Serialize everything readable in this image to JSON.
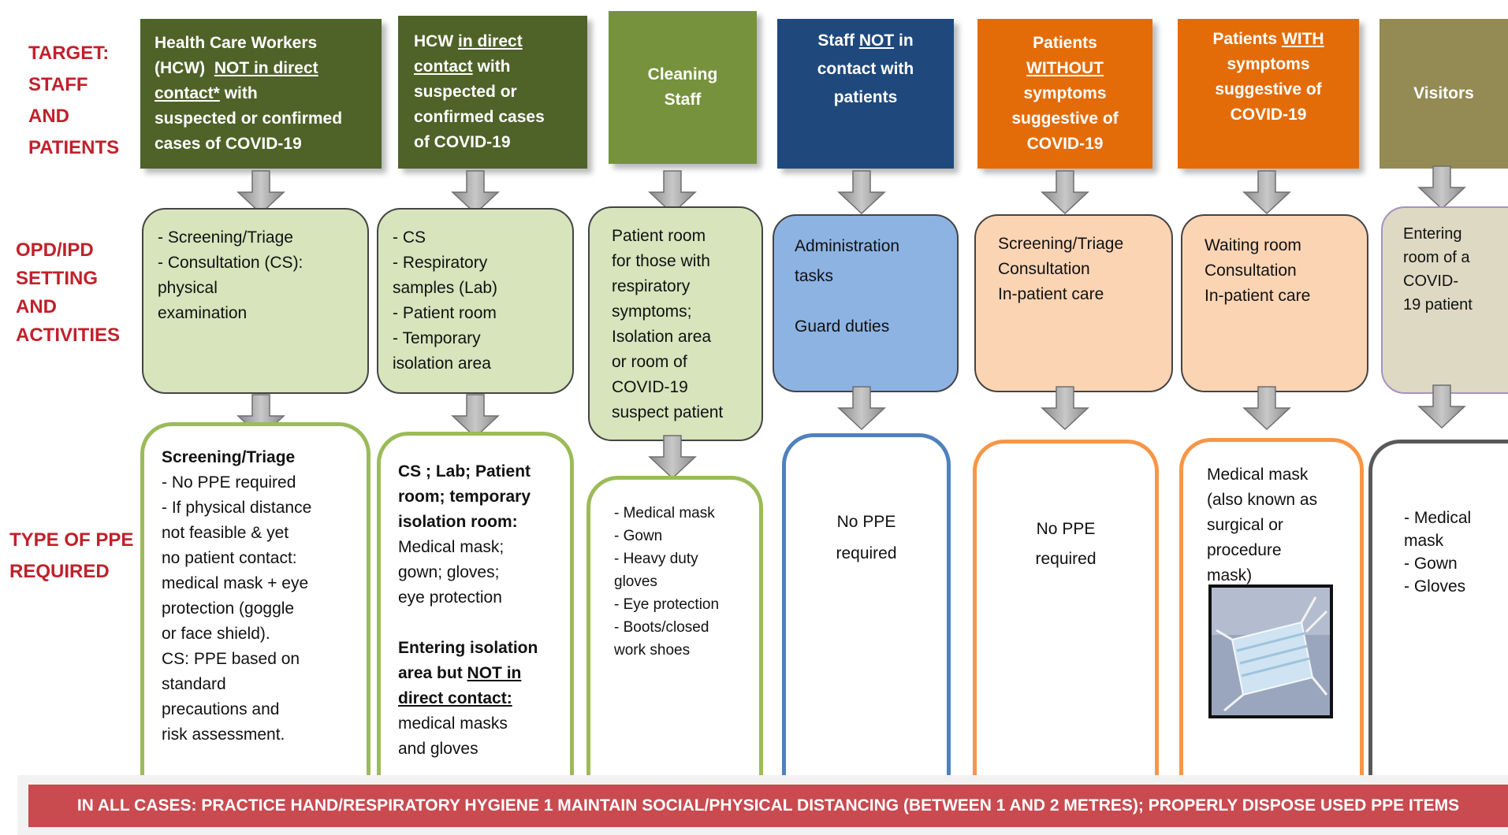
{
  "row_labels": {
    "target": [
      "TARGET:",
      "STAFF",
      "AND",
      "PATIENTS"
    ],
    "setting": [
      "OPD/IPD",
      "SETTING",
      "AND",
      "ACTIVITIES"
    ],
    "ppe": [
      "TYPE OF PPE",
      "REQUIRED"
    ]
  },
  "colors": {
    "dark_green": "#4f6228",
    "olive_green": "#76923c",
    "navy": "#1f497d",
    "orange": "#e36c09",
    "khaki": "#948a54",
    "light_green": "#d7e4bc",
    "light_blue": "#8db3e2",
    "peach": "#fbd4b4",
    "beige": "#ddd9c3",
    "label_red": "#c0212b",
    "footer_red": "#c94a4f"
  },
  "columns": [
    {
      "header": [
        "Health Care Workers",
        "(HCW)  NOT in direct",
        "contact* with",
        "suspected or confirmed",
        "cases of COVID-19"
      ],
      "activities": [
        "- Screening/Triage",
        "- Consultation (CS):",
        "physical",
        "examination"
      ],
      "ppe": [
        "Screening/Triage",
        "- No PPE required",
        "- If physical distance",
        "not feasible & yet",
        "no patient contact:",
        "medical mask + eye",
        "protection (goggle",
        "or face shield).",
        "CS: PPE based on",
        "standard",
        "precautions and",
        "risk assessment."
      ]
    },
    {
      "header": [
        "HCW in direct",
        "contact with",
        "suspected or",
        "confirmed cases",
        "of COVID-19"
      ],
      "activities": [
        "- CS",
        "- Respiratory",
        "samples (Lab)",
        "- Patient room",
        "- Temporary",
        "isolation area"
      ],
      "ppe_part1": [
        "CS ; Lab; Patient",
        "room; temporary",
        "isolation room:",
        "Medical mask;",
        "gown; gloves;",
        "eye protection"
      ],
      "ppe_part2": [
        "Entering isolation",
        "area but NOT in",
        "direct contact:",
        "medical masks",
        "and gloves"
      ]
    },
    {
      "header": [
        "Cleaning",
        "Staff"
      ],
      "activities": [
        "Patient room",
        "for those with",
        "respiratory",
        "symptoms;",
        "Isolation area",
        "or room of",
        "COVID-19",
        "suspect patient"
      ],
      "ppe": [
        "- Medical mask",
        "- Gown",
        "- Heavy duty",
        "gloves",
        "- Eye protection",
        "- Boots/closed",
        "work shoes"
      ]
    },
    {
      "header": [
        "Staff NOT in",
        "contact with",
        "patients"
      ],
      "activities": [
        "Administration",
        "tasks",
        "Guard duties"
      ],
      "ppe": [
        "No PPE",
        "required"
      ]
    },
    {
      "header": [
        "Patients",
        "WITHOUT",
        "symptoms",
        "suggestive of",
        "COVID-19"
      ],
      "activities": [
        "Screening/Triage",
        "Consultation",
        "In-patient care"
      ],
      "ppe": [
        "No PPE",
        "required"
      ]
    },
    {
      "header": [
        "Patients WITH",
        "symptoms",
        "suggestive of",
        "COVID-19"
      ],
      "activities": [
        "Waiting room",
        "Consultation",
        "In-patient care"
      ],
      "ppe": [
        "Medical mask",
        "(also known as",
        "surgical or",
        "procedure",
        "mask)"
      ]
    },
    {
      "header": [
        "Visitors"
      ],
      "activities": [
        "Entering",
        "room of a",
        "COVID-",
        "19 patient"
      ],
      "ppe": [
        "- Medical",
        "mask",
        "- Gown",
        "- Gloves"
      ]
    }
  ],
  "footer": "IN ALL CASES: PRACTICE HAND/RESPIRATORY HYGIENE 1 MAINTAIN SOCIAL/PHYSICAL DISTANCING (BETWEEN 1 AND 2 METRES); PROPERLY DISPOSE USED PPE ITEMS"
}
